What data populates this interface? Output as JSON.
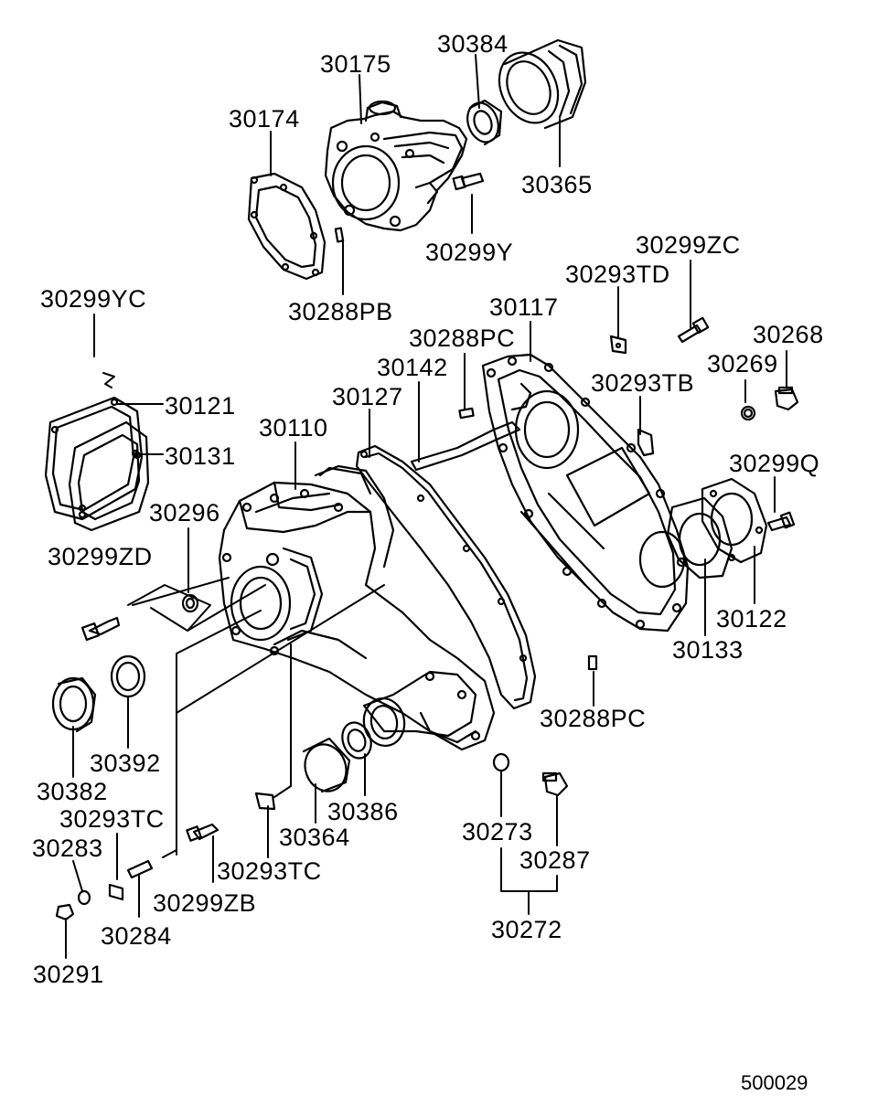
{
  "diagram": {
    "reference_number": "500029",
    "parts": {
      "p30175": "30175",
      "p30384": "30384",
      "p30174": "30174",
      "p30365": "30365",
      "p30299Y": "30299Y",
      "p30288PB": "30288PB",
      "p30299ZC": "30299ZC",
      "p30293TD": "30293TD",
      "p30299YC": "30299YC",
      "p30117": "30117",
      "p30288PC_top": "30288PC",
      "p30268": "30268",
      "p30142": "30142",
      "p30269": "30269",
      "p30127": "30127",
      "p30293TB": "30293TB",
      "p30121": "30121",
      "p30110": "30110",
      "p30131": "30131",
      "p30299Q": "30299Q",
      "p30296": "30296",
      "p30299ZD": "30299ZD",
      "p30122": "30122",
      "p30133": "30133",
      "p30288PC_bottom": "30288PC",
      "p30392": "30392",
      "p30382": "30382",
      "p30386": "30386",
      "p30293TC_left": "30293TC",
      "p30364": "30364",
      "p30273": "30273",
      "p30283": "30283",
      "p30287": "30287",
      "p30293TC_mid": "30293TC",
      "p30299ZB": "30299ZB",
      "p30284": "30284",
      "p30272": "30272",
      "p30291": "30291"
    }
  }
}
